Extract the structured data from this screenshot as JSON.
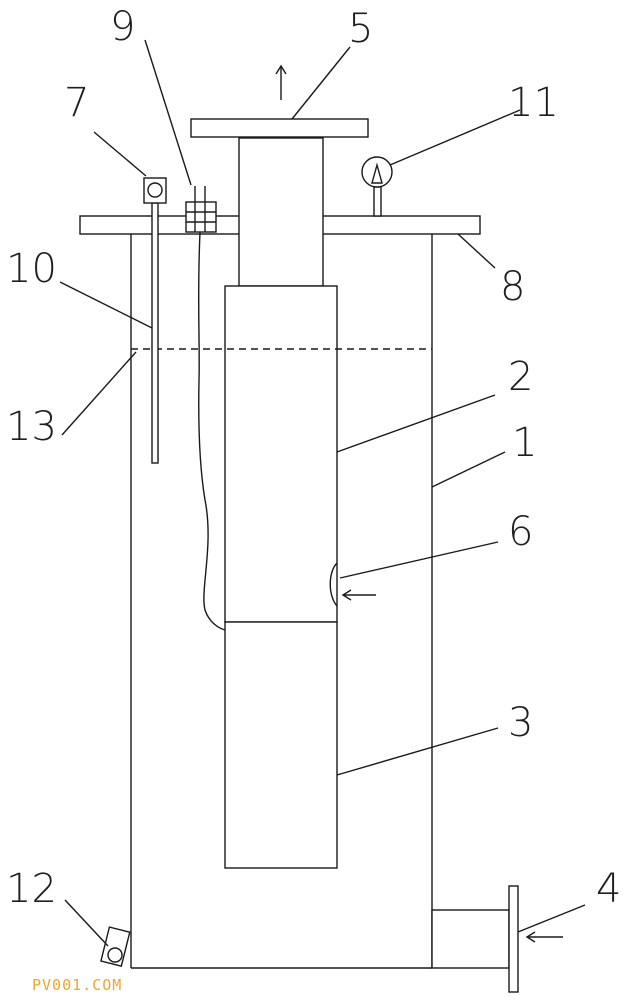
{
  "labels": {
    "n1": "1",
    "n2": "2",
    "n3": "3",
    "n4": "4",
    "n5": "5",
    "n6": "6",
    "n7": "7",
    "n8": "8",
    "n9": "9",
    "n10": "10",
    "n11": "11",
    "n12": "12",
    "n13": "13"
  },
  "watermark": "PV001.COM",
  "colors": {
    "line": "#1a1a1a",
    "watermark": "#f0a330"
  }
}
